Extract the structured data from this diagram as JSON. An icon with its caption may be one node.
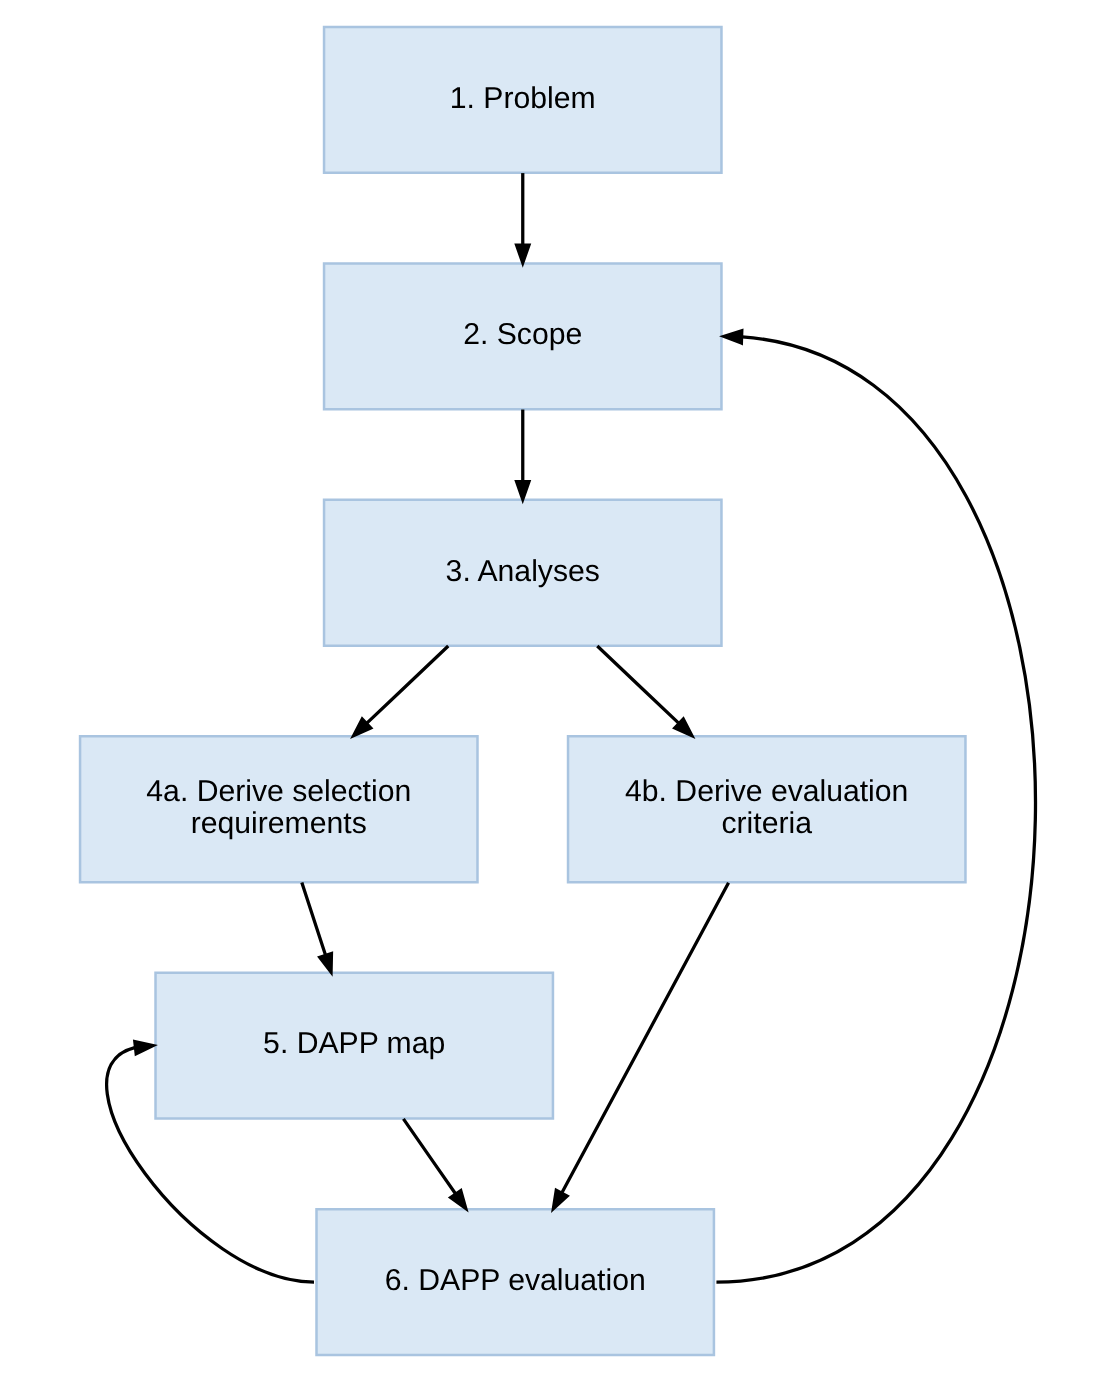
{
  "diagram": {
    "nodes": [
      {
        "text": [
          "1. Problem"
        ]
      },
      {
        "text": [
          "2. Scope"
        ]
      },
      {
        "text": [
          "3. Analyses"
        ]
      },
      {
        "text": [
          "4a. Derive selection requirements"
        ]
      },
      {
        "text": [
          "4b. Derive evaluation criteria"
        ]
      },
      {
        "text": [
          "5. DAPP map"
        ]
      },
      {
        "text": [
          "6. DAPP evaluation"
        ]
      }
    ],
    "edges": [
      {
        "from": 0,
        "to": 1,
        "arrow": "to"
      },
      {
        "from": 1,
        "to": 2,
        "arrow": "to"
      },
      {
        "from": 2,
        "to": 3,
        "arrow": "to"
      },
      {
        "from": 2,
        "to": 4,
        "arrow": "to"
      },
      {
        "from": 3,
        "to": 5,
        "arrow": "to"
      },
      {
        "from": 5,
        "to": 6,
        "arrow": "to"
      },
      {
        "from": 4,
        "to": 6,
        "arrow": "to"
      },
      {
        "from": 6,
        "to": 1,
        "arrow": "to"
      },
      {
        "from": 6,
        "to": 5,
        "arrow": "to"
      }
    ]
  }
}
